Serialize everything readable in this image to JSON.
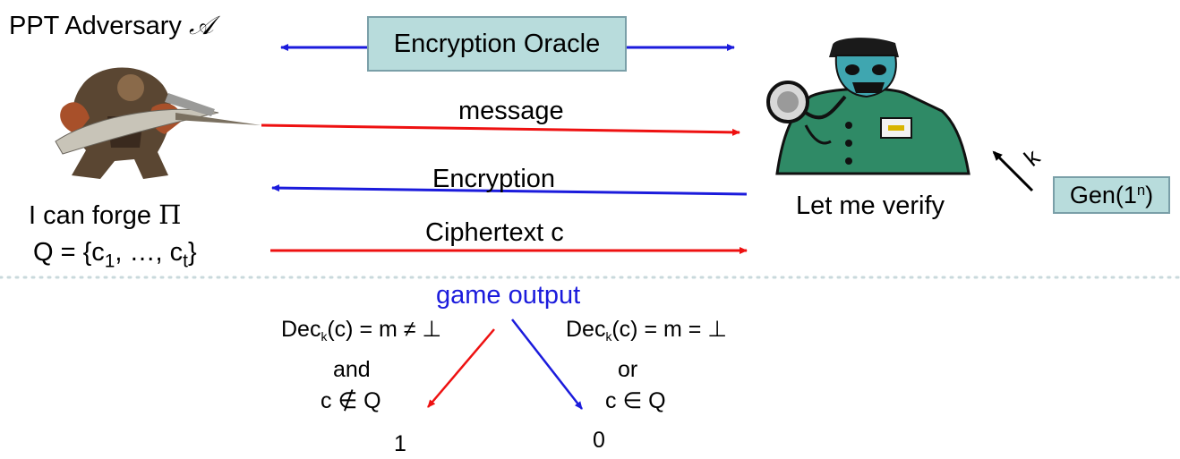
{
  "adversary": {
    "title": "PPT Adversary",
    "title_symbol": "𝒜",
    "claim_prefix": "I can forge",
    "claim_symbol": "Π",
    "query_set": {
      "prefix": "Q = {c",
      "s1": "1",
      "mid": ", …, c",
      "s2": "t",
      "suffix": "}"
    }
  },
  "challenger": {
    "caption": "Let me verify",
    "key_label": "k",
    "gen": {
      "base": "Gen(1",
      "sup": "n",
      "close": ")"
    }
  },
  "oracle": {
    "label": "Encryption Oracle"
  },
  "arrows": {
    "message": "message",
    "encryption": "Encryption",
    "ciphertext": "Ciphertext c"
  },
  "output": {
    "title": "game output",
    "left": {
      "dec_prefix": "Dec",
      "dec_sub": "k",
      "dec_rest": "(c) = m ≠ ⊥",
      "joiner": "and",
      "cond": "c ∉ Q",
      "result": "1"
    },
    "right": {
      "dec_prefix": "Dec",
      "dec_sub": "k",
      "dec_rest": "(c) = m = ⊥",
      "joiner": "or",
      "cond": "c ∈ Q",
      "result": "0"
    }
  },
  "colors": {
    "red": "#ee1111",
    "blue": "#1b1bdc",
    "box_fill": "#b8dcdc",
    "box_border": "#7a9fa8",
    "divider": "#c9d9dc"
  }
}
